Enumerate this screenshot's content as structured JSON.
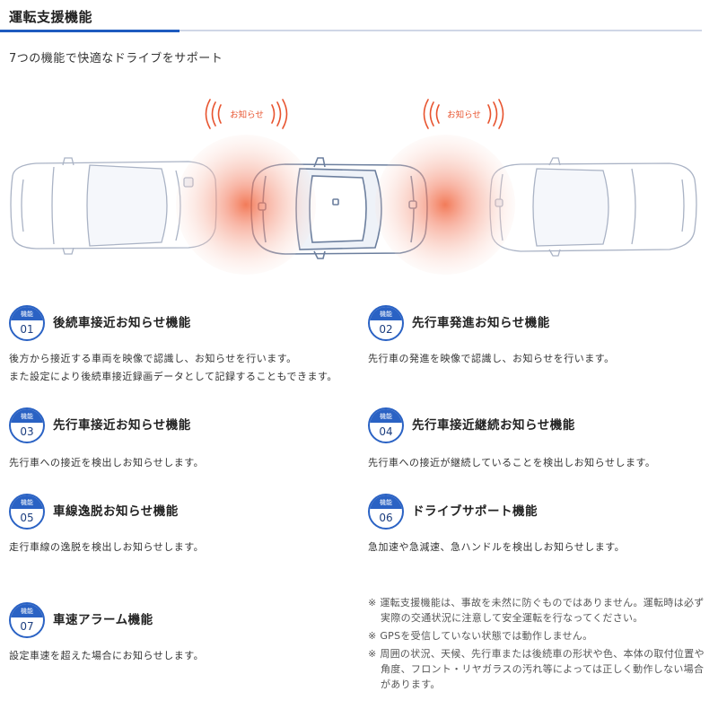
{
  "header": {
    "title": "運転支援機能",
    "subtitle": "7つの機能で快適なドライブをサポート"
  },
  "illustration": {
    "alert_label_left": "お知らせ",
    "alert_label_right": "お知らせ",
    "alert_color": "#e8542f"
  },
  "badge_word": "機能",
  "features": [
    {
      "num": "01",
      "title": "後続車接近お知らせ機能",
      "desc": [
        "後方から接近する車両を映像で認識し、お知らせを行います。",
        "また設定により後続車接近録画データとして記録することもできます。"
      ]
    },
    {
      "num": "02",
      "title": "先行車発進お知らせ機能",
      "desc": [
        "先行車の発進を映像で認識し、お知らせを行います。"
      ]
    },
    {
      "num": "03",
      "title": "先行車接近お知らせ機能",
      "desc": [
        "先行車への接近を検出しお知らせします。"
      ]
    },
    {
      "num": "04",
      "title": "先行車接近継続お知らせ機能",
      "desc": [
        "先行車への接近が継続していることを検出しお知らせします。"
      ]
    },
    {
      "num": "05",
      "title": "車線逸脱お知らせ機能",
      "desc": [
        "走行車線の逸脱を検出しお知らせします。"
      ]
    },
    {
      "num": "06",
      "title": "ドライブサポート機能",
      "desc": [
        "急加速や急減速、急ハンドルを検出しお知らせします。"
      ]
    },
    {
      "num": "07",
      "title": "車速アラーム機能",
      "desc": [
        "設定車速を超えた場合にお知らせします。"
      ]
    }
  ],
  "notes": [
    "※ 運転支援機能は、事故を未然に防ぐものではありません。運転時は必ず実際の交通状況に注意して安全運転を行なってください。",
    "※ GPSを受信していない状態では動作しません。",
    "※ 周囲の状況、天候、先行車または後続車の形状や色、本体の取付位置や角度、フロント・リヤガラスの汚れ等によっては正しく動作しない場合があります。"
  ],
  "colors": {
    "accent": "#1e5bbf",
    "badge": "#2a62c4",
    "alert": "#e8542f"
  }
}
